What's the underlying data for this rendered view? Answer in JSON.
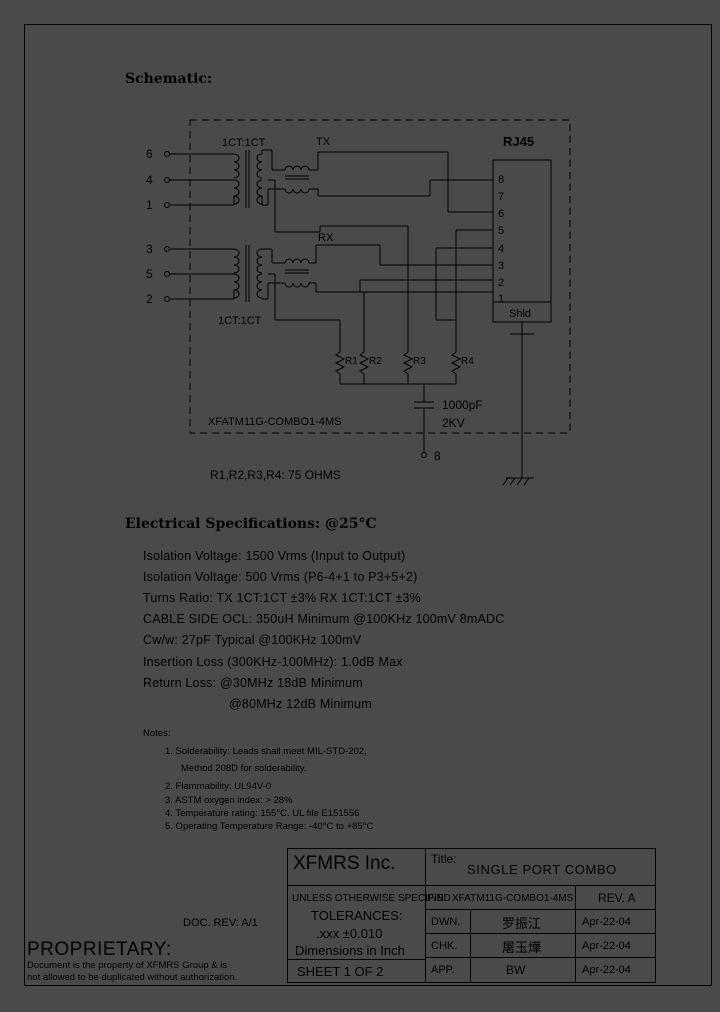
{
  "schematic": {
    "heading": "Schematic:",
    "connector_title": "RJ45",
    "connector_pins": [
      "8",
      "7",
      "6",
      "5",
      "4",
      "3",
      "2",
      "1"
    ],
    "shield_label": "Shld",
    "transformer_top_ratio": "1CT:1CT",
    "transformer_bottom_ratio": "1CT:1CT",
    "tx_label": "TX",
    "rx_label": "RX",
    "left_pins": [
      "6",
      "4",
      "1",
      "3",
      "5",
      "2"
    ],
    "resistors": [
      "R1",
      "R2",
      "R3",
      "R4"
    ],
    "capacitor_value": "1000pF",
    "capacitor_voltage": "2KV",
    "cap_pin": "8",
    "part_label": "XFATM11G-COMBO1-4MS",
    "resistor_note": "R1,R2,R3,R4: 75 OHMS"
  },
  "electrical": {
    "heading": "Electrical   Specifications:  @25°C",
    "lines": [
      "Isolation Voltage:  1500 Vrms (Input to Output)",
      "Isolation Voltage:  500 Vrms (P6-4+1 to P3+5+2)",
      "Turns Ratio: TX 1CT:1CT ±3%  RX 1CT:1CT ±3%",
      "CABLE SIDE OCL: 350uH Minimum @100KHz 100mV 8mADC",
      "Cw/w: 27pF Typical @100KHz 100mV",
      "Insertion Loss (300KHz-100MHz): 1.0dB Max",
      "Return Loss: @30MHz    18dB Minimum",
      "@80MHz    12dB Minimum"
    ]
  },
  "notes": {
    "heading": "Notes:",
    "lines": [
      "1. Solderability: Leads shall meet MIL-STD-202,",
      "Method 208D for solderability.",
      "2. Flammability: UL94V-0",
      "3. ASTM oxygen index: > 28%",
      "4. Temperature rating: 155°C. UL file E151556",
      "5. Operating Temperature Range: -40°C to +85°C"
    ]
  },
  "title_block": {
    "company": "XFMRS Inc.",
    "title_label": "Title:",
    "title_value": "SINGLE PORT COMBO",
    "unless": "UNLESS OTHERWISE SPECIFIED",
    "pn_label": "P/N:",
    "pn_value": "XFATM11G-COMBO1-4MS",
    "rev": "REV. A",
    "tolerances": "TOLERANCES:",
    "tol_value": ".xxx ±0.010",
    "dims": "Dimensions in Inch",
    "sheet": "SHEET  1  OF  2",
    "dwn_label": "DWN.",
    "dwn_value": "罗振江",
    "dwn_date": "Apr-22-04",
    "chk_label": "CHK.",
    "chk_value": "屠玉燁",
    "chk_date": "Apr-22-04",
    "app_label": "APP.",
    "app_value": "BW",
    "app_date": "Apr-22-04",
    "doc_rev": "DOC. REV: A/1",
    "proprietary": "PROPRIETARY:",
    "prop_line1": "Document is the property of XFMRS Group & is",
    "prop_line2": "not allowed to be duplicated without authorization."
  }
}
